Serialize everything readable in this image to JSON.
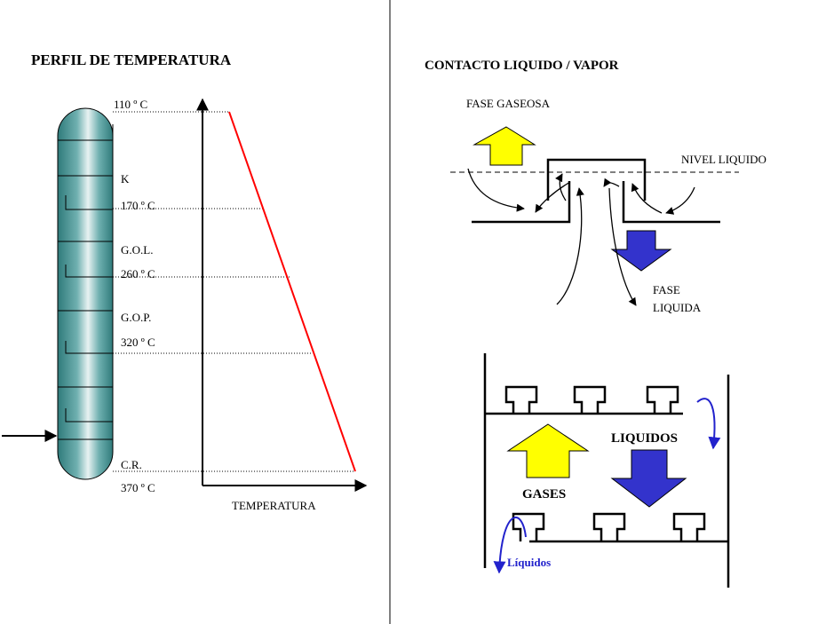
{
  "left_panel": {
    "title": "PERFIL DE TEMPERATURA",
    "labels": {
      "t110": "110 º C",
      "k": "K",
      "t170": "170 º C",
      "gol": "G.O.L.",
      "t260": "260 º C",
      "gop": "G.O.P.",
      "t320": "320 º C",
      "cr": "C.R.",
      "t370": "370 º C",
      "axis": "TEMPERATURA"
    }
  },
  "right_panel": {
    "title": "CONTACTO  LIQUIDO / VAPOR",
    "fase_gaseosa": "FASE  GASEOSA",
    "nivel_liquido": "NIVEL LIQUIDO",
    "fase_liquida_1": "FASE",
    "fase_liquida_2": "LIQUIDA",
    "liquidos_upper": "LIQUIDOS",
    "gases": "GASES",
    "liquidos_lower": "Líquidos"
  },
  "colors": {
    "column_fill": "#5f9ea0",
    "profile_line": "#ff0000",
    "yellow_arrow": "#ffff00",
    "blue_arrow": "#3333cc",
    "liquid_text": "#2222cc"
  }
}
